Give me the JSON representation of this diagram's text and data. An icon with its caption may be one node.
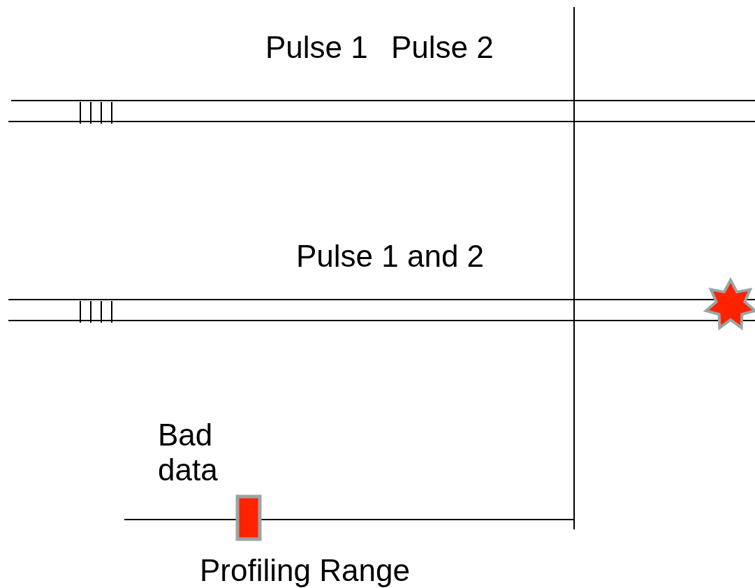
{
  "diagram": {
    "labels": [
      "Pulse 1",
      "Pulse 2",
      "Pulse 1 and 2",
      "Bad data",
      "Profiling Range"
    ]
  }
}
